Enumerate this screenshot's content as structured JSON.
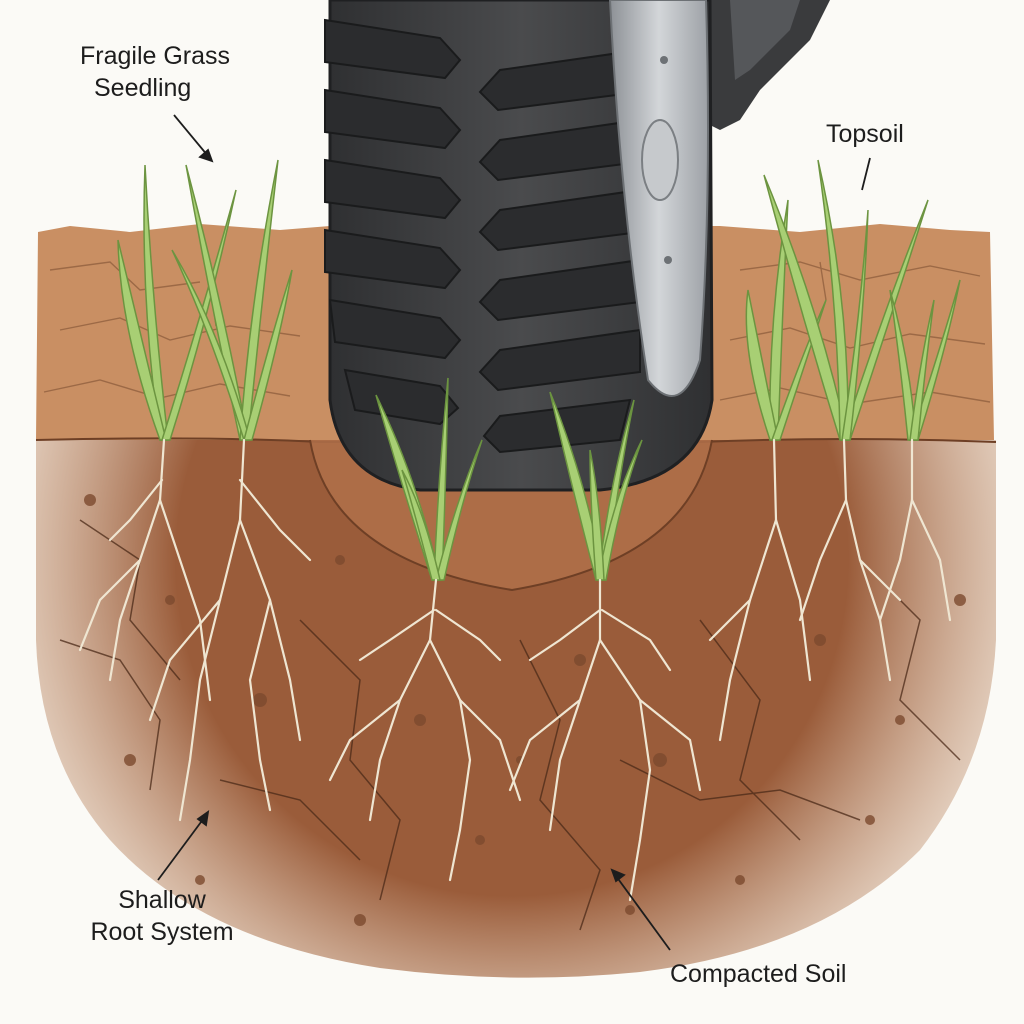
{
  "labels": {
    "seedling": {
      "line1": "Fragile Grass",
      "line2": "Seedling"
    },
    "topsoil": "Topsoil",
    "roots": {
      "line1": "Shallow",
      "line2": "Root System"
    },
    "compacted": "Compacted Soil"
  },
  "colors": {
    "background": "#fbfaf6",
    "topsoil": "#c98f63",
    "subsoil": "#9a5c3a",
    "tire": "#3e3f41",
    "tread": "#2b2c2e",
    "rim": "#b8bcc0",
    "grass": "#9cc46a",
    "root": "#efe6d2",
    "ink": "#1d1d1d"
  },
  "icons": [
    "tire-icon",
    "grass-seedling-icon",
    "root-icon",
    "arrow-icon"
  ]
}
